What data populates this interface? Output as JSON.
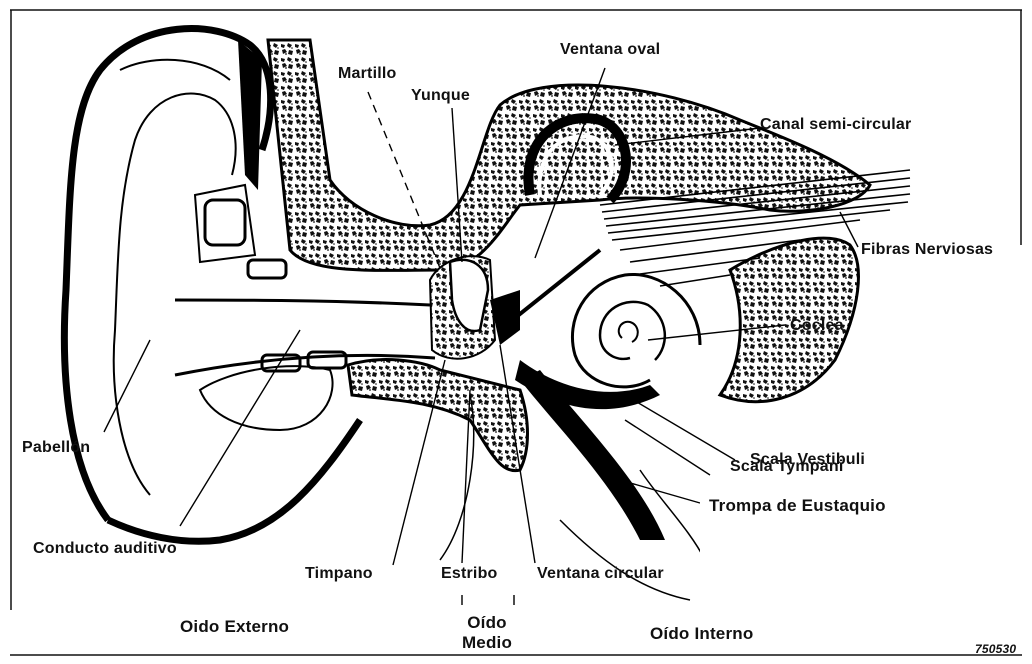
{
  "diagram": {
    "labels": {
      "martillo": "Martillo",
      "yunque": "Yunque",
      "ventana_oval": "Ventana oval",
      "canal_semicircular": "Canal semi-circular",
      "fibras_nerviosas": "Fibras Nerviosas",
      "coclea": "Coclea",
      "pabellon": "Pabellón",
      "scala_vestibuli": "Scala Vestibuli",
      "scala_tympani": "Scala Tympani",
      "trompa": "Trompa de Eustaquio",
      "conducto": "Conducto auditivo",
      "timpano": "Timpano",
      "estribo": "Estribo",
      "ventana_circular": "Ventana circular"
    },
    "sections": {
      "externo": "Oido Externo",
      "medio_line1": "Oído",
      "medio_line2": "Medio",
      "interno": "Oído Interno"
    },
    "figure_code": "750530"
  }
}
